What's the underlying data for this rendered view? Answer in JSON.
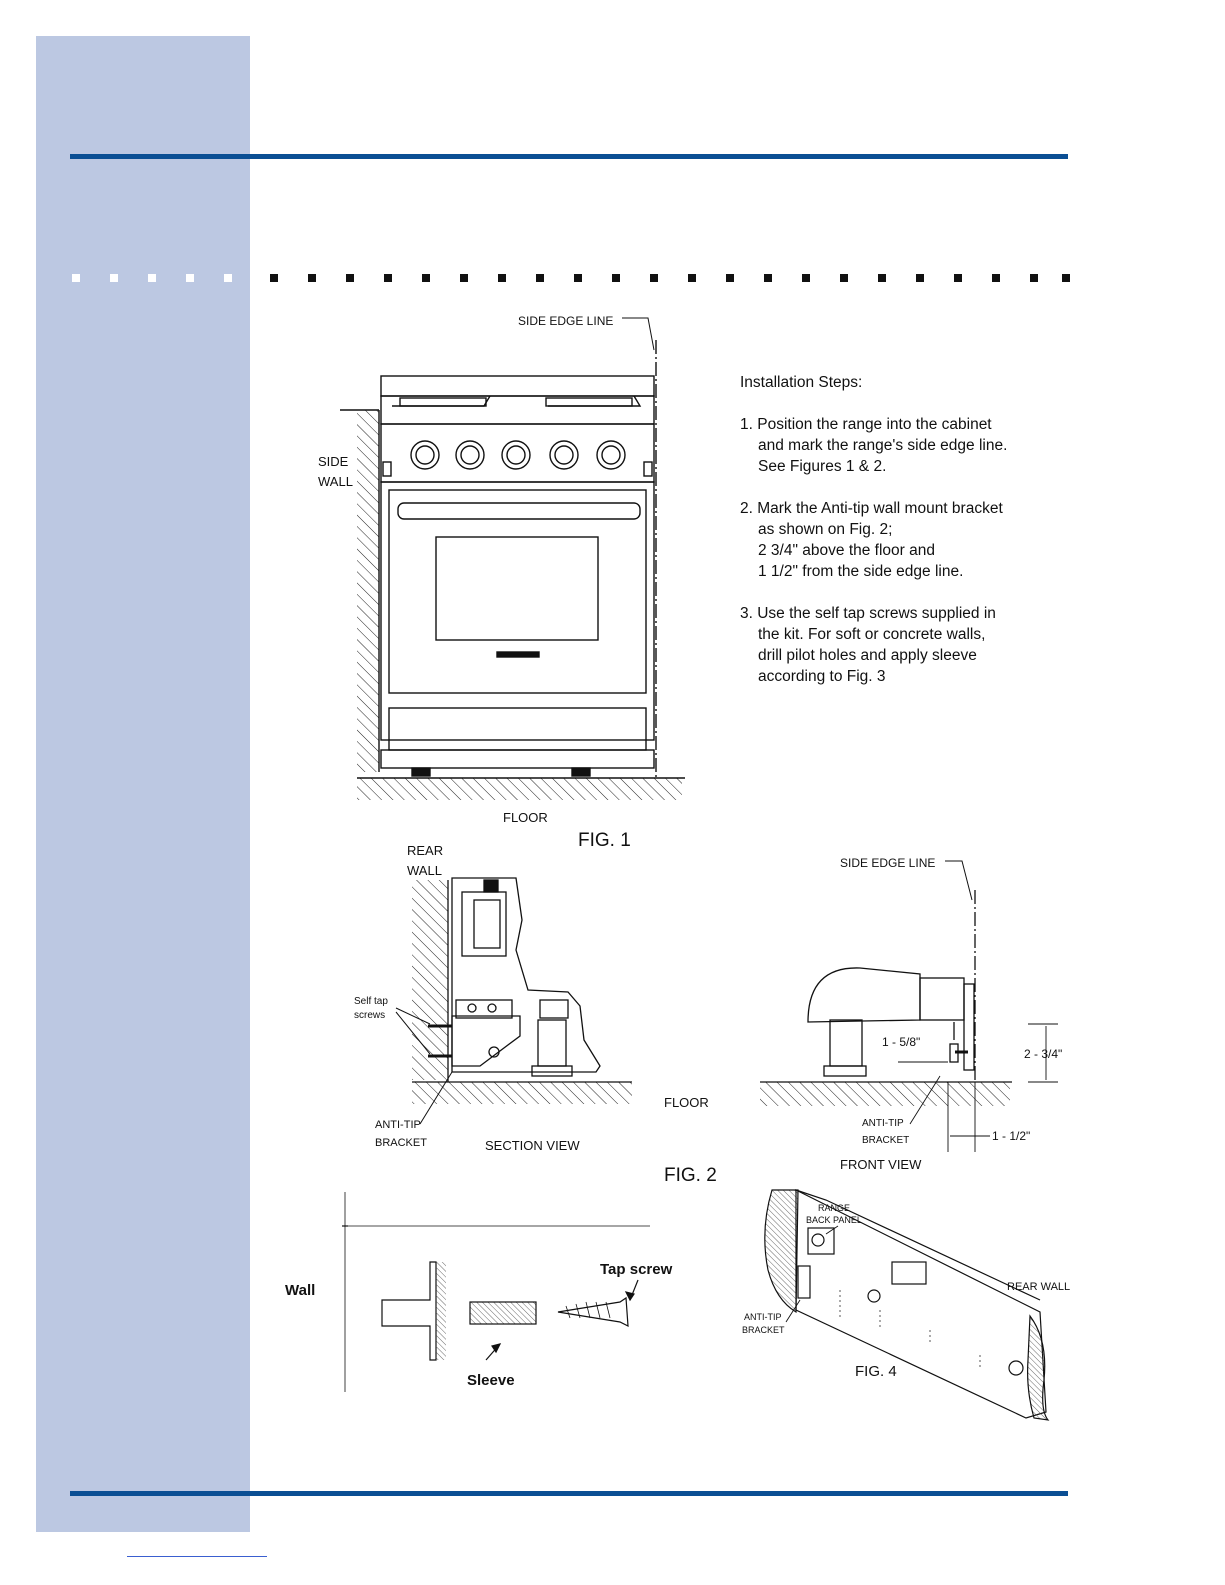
{
  "steps": {
    "title": "Installation Steps:",
    "items": [
      {
        "lines": [
          "1. Position  the range into the cabinet",
          "and mark the range's side edge line.",
          "See Figures 1 & 2."
        ]
      },
      {
        "lines": [
          "2. Mark the Anti-tip wall mount bracket",
          "as shown on Fig. 2;",
          "2  3/4\" above the floor and",
          "1  1/2\" from the side edge line."
        ]
      },
      {
        "lines": [
          "3. Use the self tap screws supplied in",
          "the kit. For soft or concrete walls,",
          "drill pilot holes and apply sleeve",
          "according to Fig. 3"
        ]
      }
    ]
  },
  "fig1": {
    "side_edge_line": "SIDE EDGE LINE",
    "side": "SIDE",
    "wall": "WALL",
    "floor": "FLOOR",
    "caption": "FIG. 1"
  },
  "fig2": {
    "rear": "REAR",
    "wall": "WALL",
    "self_tap": "Self tap",
    "screws": "screws",
    "anti_tip": "ANTI-TIP",
    "bracket": "BRACKET",
    "section_view": "SECTION VIEW",
    "floor": "FLOOR",
    "caption": "FIG. 2",
    "side_edge_line": "SIDE EDGE LINE",
    "dim_158": "1 - 5/8\"",
    "dim_234": "2 - 3/4\"",
    "dim_112": "1 - 1/2\"",
    "front_anti_tip": "ANTI-TIP",
    "front_bracket": "BRACKET",
    "front_view": "FRONT VIEW"
  },
  "fig3": {
    "wall": "Wall",
    "tap_screw": "Tap screw",
    "sleeve": "Sleeve"
  },
  "fig4": {
    "range": "RANGE",
    "back_panel": "BACK PANEL",
    "rear_wall": "REAR WALL",
    "anti_tip": "ANTI-TIP",
    "bracket": "BRACKET",
    "caption": "FIG. 4"
  },
  "colors": {
    "sidebar": "#bcc8e2",
    "rule": "#0b4f94",
    "ink": "#111111"
  }
}
